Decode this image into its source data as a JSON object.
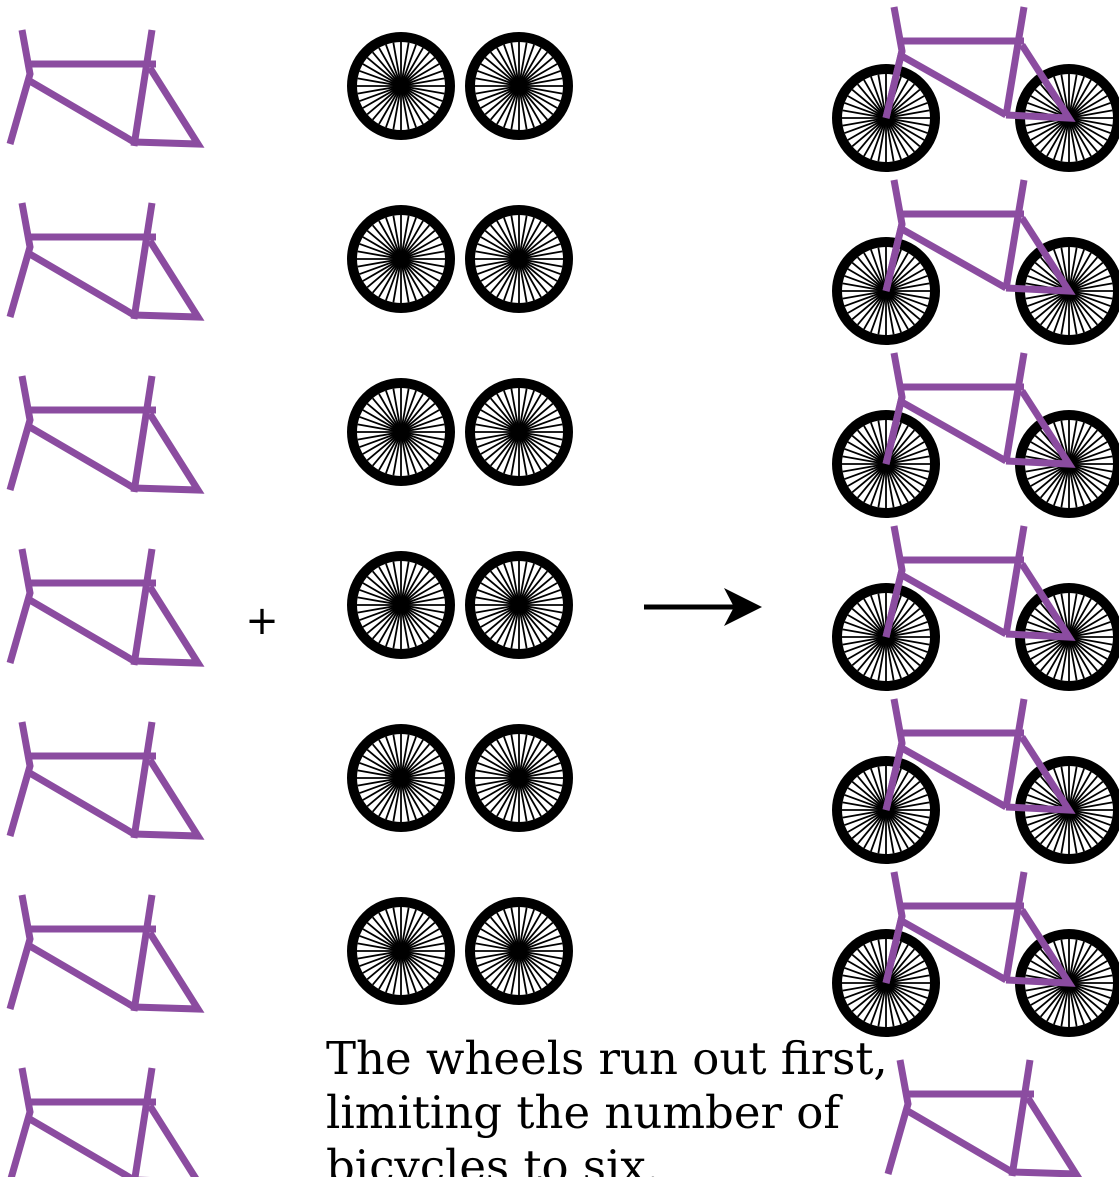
{
  "colors": {
    "frame": "#8b4ca0",
    "wheel": "#000000",
    "background": "#ffffff"
  },
  "reactants": {
    "frame_count": 7,
    "wheel_pair_count": 6
  },
  "products": {
    "bicycle_count": 6,
    "leftover_frame_count": 1
  },
  "operator": {
    "plus": "+",
    "arrow_icon": "right-arrow-icon"
  },
  "caption": {
    "line1": "The wheels run out first,",
    "line2": "limiting the number of",
    "line3": "bicycles to six."
  }
}
